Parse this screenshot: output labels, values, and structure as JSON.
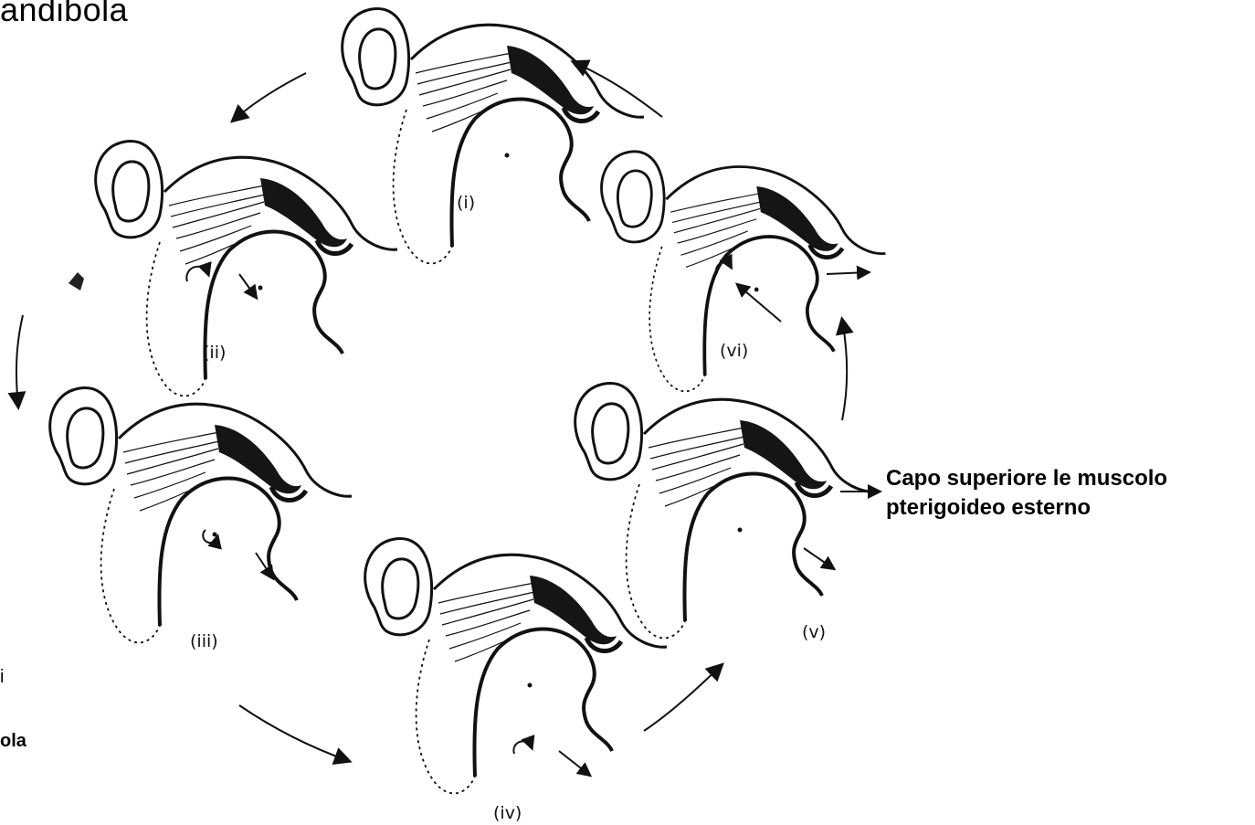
{
  "header": {
    "title_fragment": "andibola"
  },
  "side_fragments": {
    "line1": "i",
    "line2": "ola"
  },
  "callout": {
    "line1": "Capo superiore le muscolo",
    "line2": "pterigoideo esterno"
  },
  "stages": [
    {
      "id": "i",
      "label": "(i)"
    },
    {
      "id": "ii",
      "label": "(ii)"
    },
    {
      "id": "iii",
      "label": "(iii)"
    },
    {
      "id": "iv",
      "label": "(iv)"
    },
    {
      "id": "v",
      "label": "(v)"
    },
    {
      "id": "vi",
      "label": "(vi)"
    }
  ],
  "colors": {
    "ink": "#111111",
    "disc": "#151515",
    "background": "#ffffff"
  },
  "icons": [
    "rotation-arrow-icon",
    "cycle-arrow-icon"
  ]
}
